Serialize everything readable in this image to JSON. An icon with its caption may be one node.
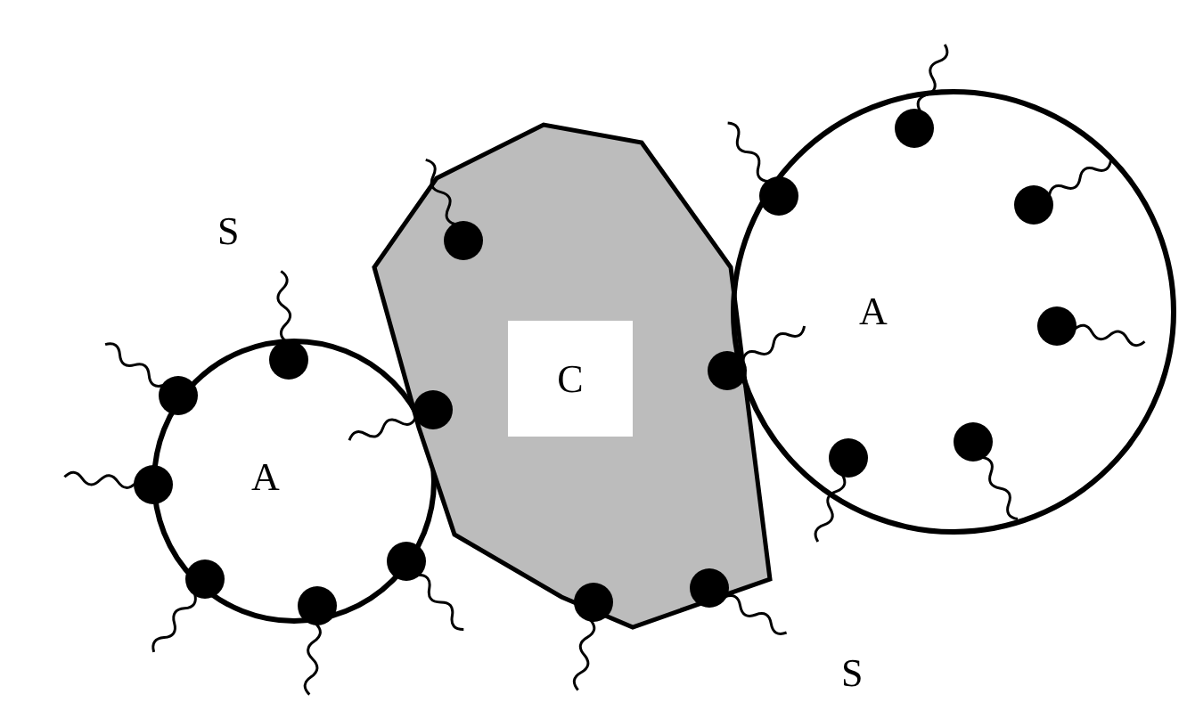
{
  "diagram": {
    "nodes": [
      {
        "text": [
          "A"
        ]
      },
      {
        "text": [
          "C"
        ]
      },
      {
        "text": [
          "A"
        ]
      }
    ],
    "labels": [
      "S",
      "S"
    ]
  }
}
